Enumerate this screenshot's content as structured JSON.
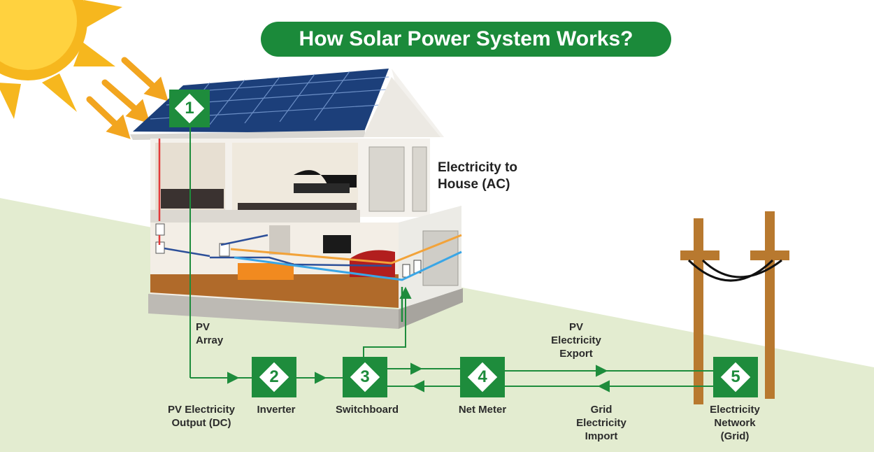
{
  "title": "How Solar Power System Works?",
  "colors": {
    "green": "#1e8c3c",
    "title_bg": "#1b8a3a",
    "ground": "#e3ecd0",
    "dc_red": "#e23a3a",
    "ac_blue": "#2c5aa0",
    "export_orange": "#f2a33a",
    "import_blue": "#3aa6e6"
  },
  "nodes": [
    {
      "number": "1",
      "label": ""
    },
    {
      "number": "2",
      "label": "Inverter"
    },
    {
      "number": "3",
      "label": "Switchboard"
    },
    {
      "number": "4",
      "label": "Net Meter"
    },
    {
      "number": "5",
      "label": "Electricity Network (Grid)"
    }
  ],
  "labels": {
    "pv_array": "PV Array",
    "pv_output": "PV Electricity Output (DC)",
    "electricity_to_house": "Electricity to House (AC)",
    "pv_export": "PV Electricity Export",
    "grid_import": "Grid Electricity Import"
  },
  "icons": [
    "sun-icon",
    "solar-panel-icon",
    "house-icon",
    "utility-pole-icon",
    "arrow-icon"
  ]
}
